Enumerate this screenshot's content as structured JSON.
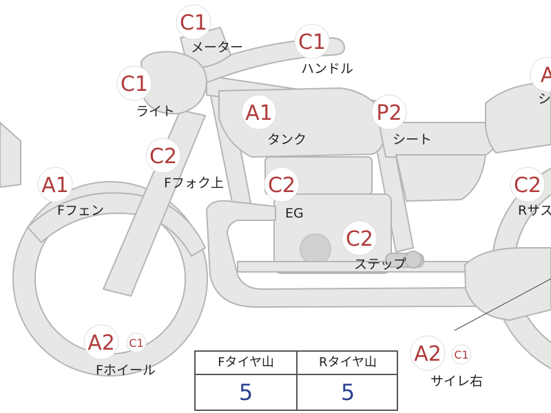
{
  "colors": {
    "body_fill": "#e6e8e5",
    "body_stroke": "#b4b6b3",
    "badge_text": "#b03a3a",
    "badge_fill": "#ffffff",
    "value_text": "#2b3f8f"
  },
  "badges": [
    {
      "code": "C1"
    },
    {
      "code": "C1"
    },
    {
      "code": "C1"
    },
    {
      "code": "A"
    },
    {
      "code": "A1"
    },
    {
      "code": "P2"
    },
    {
      "code": "C2"
    },
    {
      "code": "A1"
    },
    {
      "code": "C2"
    },
    {
      "code": "C2"
    },
    {
      "code": "C2"
    },
    {
      "code": "A2"
    },
    {
      "code": "C1"
    },
    {
      "code": "A2"
    },
    {
      "code": "C1"
    }
  ],
  "parts": {
    "meter": "メーター",
    "handle": "ハンドル",
    "light": "ライト",
    "tank": "タンク",
    "seat": "シート",
    "seat_cover_partial": "シ",
    "f_fork_upper": "Fフォク上",
    "engine": "EG",
    "r_suspension_partial": "Rサス",
    "f_fender": "Fフェン",
    "step": "ステップ",
    "f_wheel": "Fホイール",
    "silencer_right": "サイレ右"
  },
  "tire_table": {
    "headers": [
      "Fタイヤ山",
      "Rタイヤ山"
    ],
    "values": [
      "5",
      "5"
    ]
  }
}
